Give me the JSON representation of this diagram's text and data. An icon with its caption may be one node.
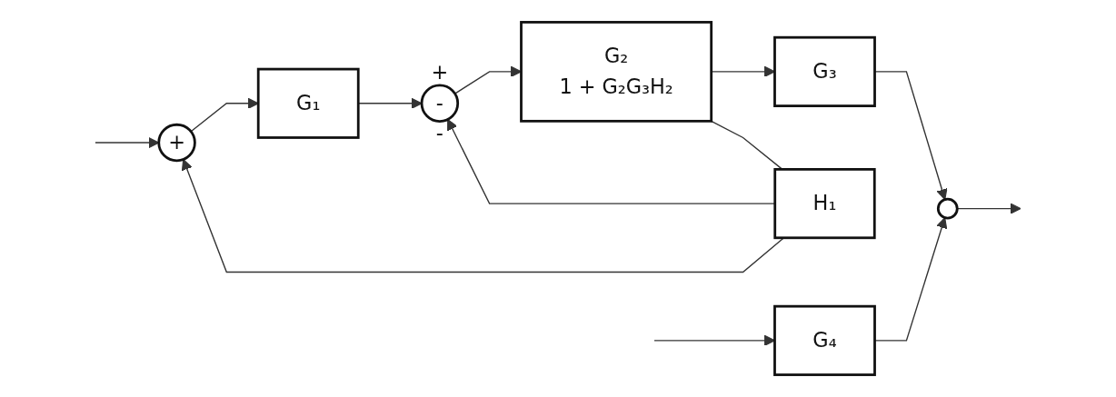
{
  "diagram": {
    "nodes": [
      {
        "text": [
          "+"
        ]
      },
      {
        "text": [
          "G₁"
        ]
      },
      {
        "text": [
          "+",
          "-",
          "-"
        ]
      },
      {
        "text": [
          "G₂",
          "1 + G₂G₃H₂"
        ]
      },
      {
        "text": [
          "G₃"
        ]
      },
      {
        "text": [],
        "shape": "circle"
      },
      {
        "text": [
          "H₁"
        ]
      },
      {
        "text": [
          "G₄"
        ]
      }
    ],
    "edges": [
      {
        "from": null,
        "to": 0,
        "arrow": "to"
      },
      {
        "from": null,
        "to": 7,
        "arrow": "to"
      },
      {
        "from": 0,
        "to": 1,
        "arrow": "to"
      },
      {
        "from": 1,
        "to": 2,
        "arrow": "to"
      },
      {
        "from": 2,
        "to": 3,
        "arrow": "to"
      },
      {
        "from": 3,
        "to": 4,
        "arrow": "to"
      },
      {
        "from": 3,
        "to": 6,
        "arrow": "none"
      },
      {
        "from": 6,
        "to": 2,
        "arrow": "to"
      },
      {
        "from": 6,
        "to": 0,
        "arrow": "to"
      },
      {
        "from": 4,
        "to": 5,
        "arrow": "to"
      },
      {
        "from": 7,
        "to": 5,
        "arrow": "to"
      },
      {
        "from": 5,
        "to": null,
        "arrow": "to"
      }
    ]
  }
}
